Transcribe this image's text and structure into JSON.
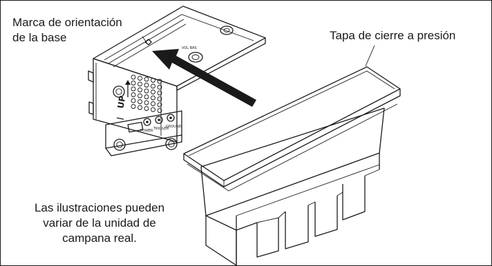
{
  "figure": {
    "callout_orientation_mark": "Marca de orientación\nde la base",
    "callout_snap_cover": "Tapa de cierre a presión",
    "note": "Las ilustraciones pueden\nvariar de la unidad de\ncampana real.",
    "base_labels": {
      "up": "UP",
      "top_hole": "VOL BAS",
      "terminal_1": "POWER",
      "terminal_2": "TRIGGER",
      "terminal_3": "GROUND"
    }
  }
}
